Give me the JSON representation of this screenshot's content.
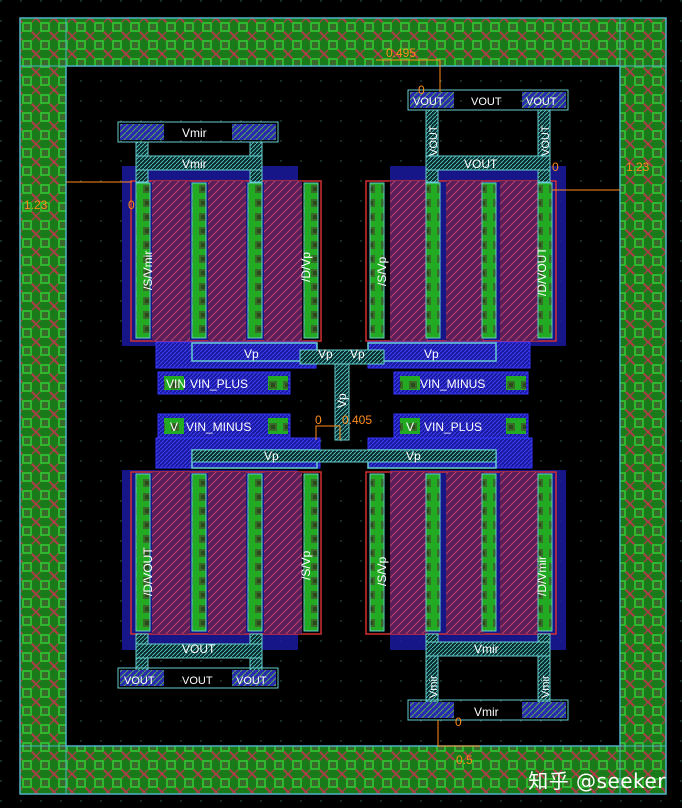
{
  "rulers": {
    "top": "0.495",
    "left": "1.23",
    "right": "1.23",
    "center": "0.405",
    "bottom": "0.5",
    "zero": "0"
  },
  "pins": {
    "vout": "VOUT",
    "vmir": "Vmir",
    "vp": "Vp",
    "vin_plus": "VIN_PLUS",
    "vin_minus": "VIN_MINUS",
    "vin_prefix": "VIN",
    "vin_minus_prefix": "V"
  },
  "device_labels": {
    "tl_left": "/S/Vmir",
    "tl_right": "/D/Vp",
    "tr_left": "/S/Vp",
    "tr_right": "/D/VOUT",
    "bl_left": "/D/VOUT",
    "bl_right": "/S/Vp",
    "br_left": "/S/Vp",
    "br_right": "/D/Vmir"
  },
  "watermark": "知乎 @seeker",
  "colors": {
    "background": "#000000",
    "guard_ring_outline": "#4fb3c8",
    "active_green": "#33cc33",
    "contact": "#3a6a2a",
    "poly_hatch": "#c0406a",
    "gate_purple": "#7a2a7a",
    "metal_blue": "#2222cc",
    "metal_cyan": "#66cccc",
    "ruler": "#ff8c1a"
  }
}
